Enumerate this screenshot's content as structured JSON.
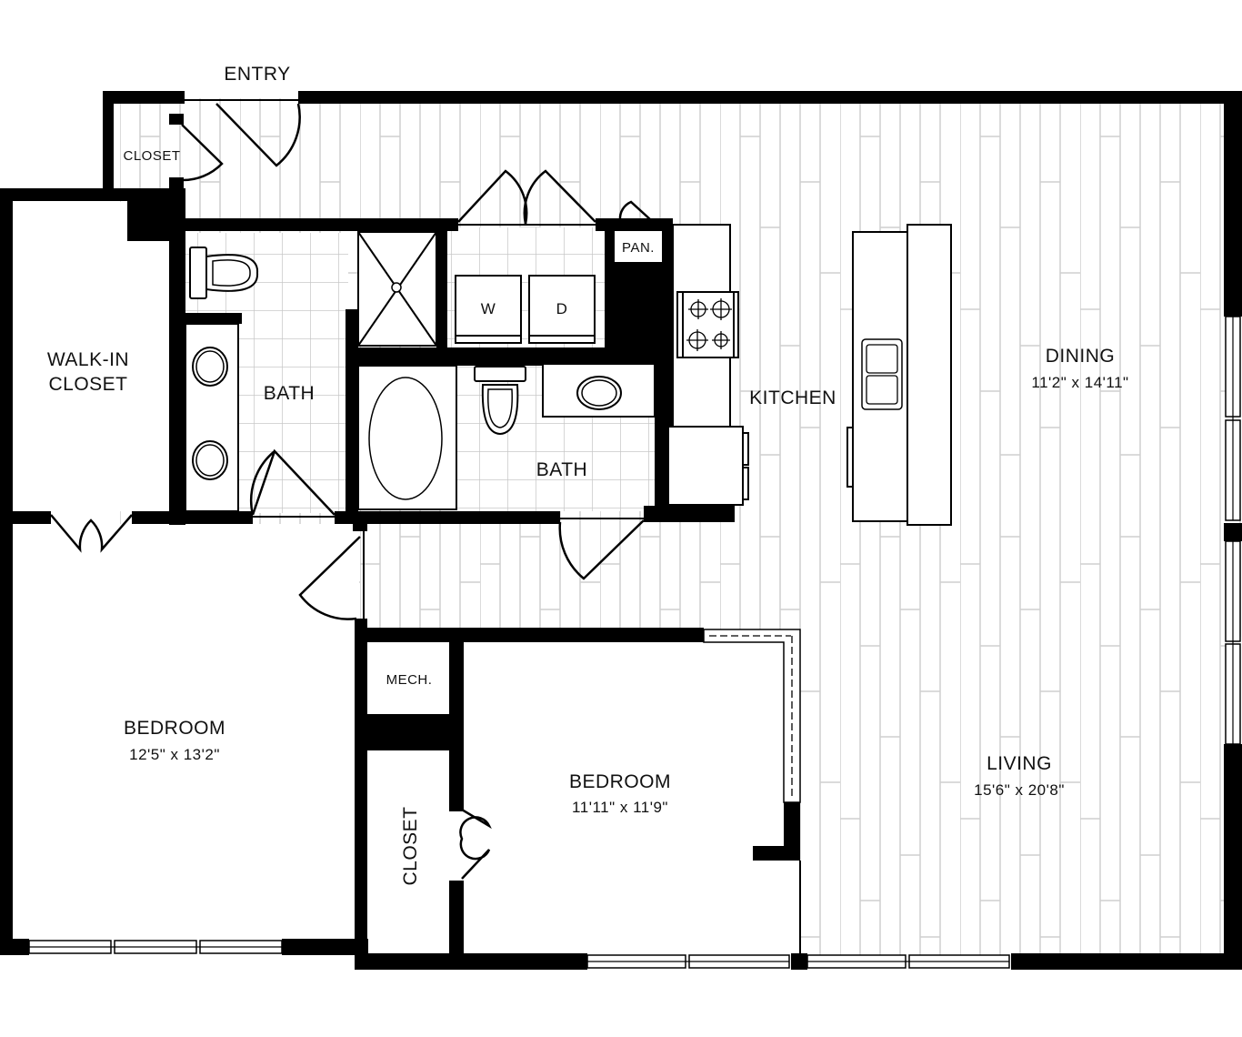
{
  "floorplan": {
    "colors": {
      "wall": "#000000",
      "floor_lines": "#cccccc",
      "background": "#ffffff",
      "text": "#111111"
    },
    "labels": {
      "entry": "ENTRY",
      "entry_closet": "CLOSET",
      "walk_in_closet_line1": "WALK-IN",
      "walk_in_closet_line2": "CLOSET",
      "primary_bath": "BATH",
      "second_bath": "BATH",
      "washer": "W",
      "dryer": "D",
      "pantry": "PAN.",
      "kitchen": "KITCHEN",
      "mech": "MECH.",
      "bedroom2_closet": "CLOSET"
    },
    "rooms": {
      "dining": {
        "name": "DINING",
        "dims": "11'2\" x 14'11\""
      },
      "living": {
        "name": "LIVING",
        "dims": "15'6\" x 20'8\""
      },
      "primary_bedroom": {
        "name": "BEDROOM",
        "dims": "12'5\" x 13'2\""
      },
      "second_bedroom": {
        "name": "BEDROOM",
        "dims": "11'11\" x 11'9\""
      }
    }
  }
}
